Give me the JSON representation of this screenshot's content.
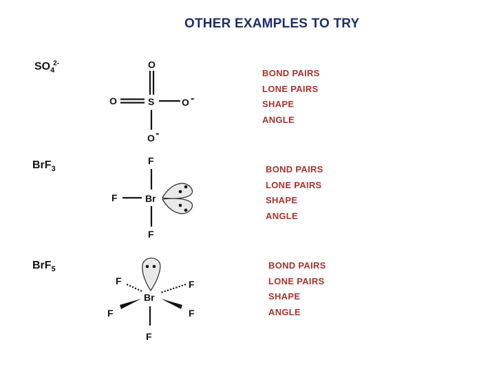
{
  "slide": {
    "title": "OTHER EXAMPLES  TO TRY",
    "colors": {
      "title": "#1f2d6b",
      "properties": "#a8322e",
      "bonds": "#111111"
    }
  },
  "examples": [
    {
      "formula": {
        "main": "SO",
        "subscript": "4",
        "superscript": "2-"
      },
      "properties": [
        "BOND PAIRS",
        "LONE PAIRS",
        "SHAPE",
        "ANGLE"
      ],
      "atoms": {
        "center": "S",
        "top": "O",
        "left": "O",
        "right": "O",
        "bottom": "O",
        "charge": "-"
      }
    },
    {
      "formula": {
        "main": "BrF",
        "subscript": "3"
      },
      "properties": [
        "BOND PAIRS",
        "LONE PAIRS",
        "SHAPE",
        "ANGLE"
      ],
      "atoms": {
        "center": "Br",
        "top": "F",
        "left": "F",
        "bottom": "F"
      }
    },
    {
      "formula": {
        "main": "BrF",
        "subscript": "5"
      },
      "properties": [
        "BOND PAIRS",
        "LONE PAIRS",
        "SHAPE",
        "ANGLE"
      ],
      "atoms": {
        "center": "Br",
        "upper_left": "F",
        "upper_right": "F",
        "lower_left": "F",
        "lower_right": "F",
        "bottom": "F"
      }
    }
  ]
}
